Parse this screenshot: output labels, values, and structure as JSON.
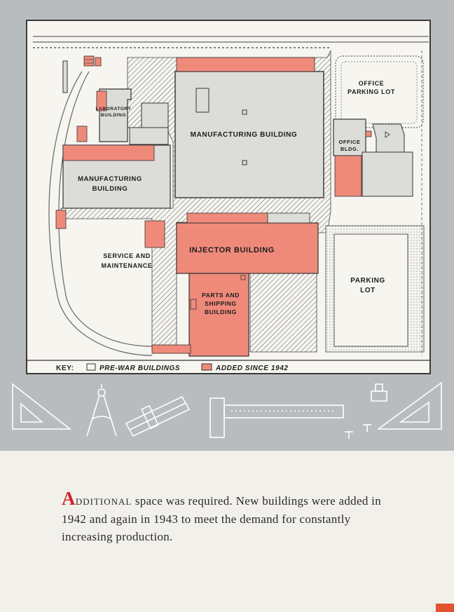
{
  "plan": {
    "labels": {
      "office_parking": [
        "OFFICE",
        "PARKING LOT"
      ],
      "laboratory": [
        "LABORATORY",
        "BUILDING"
      ],
      "manufacturing_main": "MANUFACTURING BUILDING",
      "office_bldg": [
        "OFFICE",
        "BLDG."
      ],
      "manufacturing_west": [
        "MANUFACTURING",
        "BUILDING"
      ],
      "service": [
        "SERVICE AND",
        "MAINTENANCE"
      ],
      "injector": "INJECTOR BUILDING",
      "parts": [
        "PARTS AND",
        "SHIPPING",
        "BUILDING"
      ],
      "parking": [
        "PARKING",
        "LOT"
      ]
    },
    "key": {
      "label": "KEY:",
      "prewar": "PRE-WAR BUILDINGS",
      "added": "ADDED SINCE 1942"
    }
  },
  "caption": {
    "dropcap": "A",
    "smallcaps": "DDITIONAL",
    "text": " space was required. New buildings were added in 1942 and again in 1943 to meet the demand for constantly increasing production."
  },
  "colors": {
    "added": "#ef8a7b",
    "prewar": "#dcdcd8",
    "band": "#b9bcbf",
    "dropcap": "#d0242b"
  },
  "icons": [
    "set-square-icon",
    "compass-icon",
    "rolling-ruler-icon",
    "t-square-icon",
    "ink-bottle-icon",
    "thumbtack-icon"
  ]
}
